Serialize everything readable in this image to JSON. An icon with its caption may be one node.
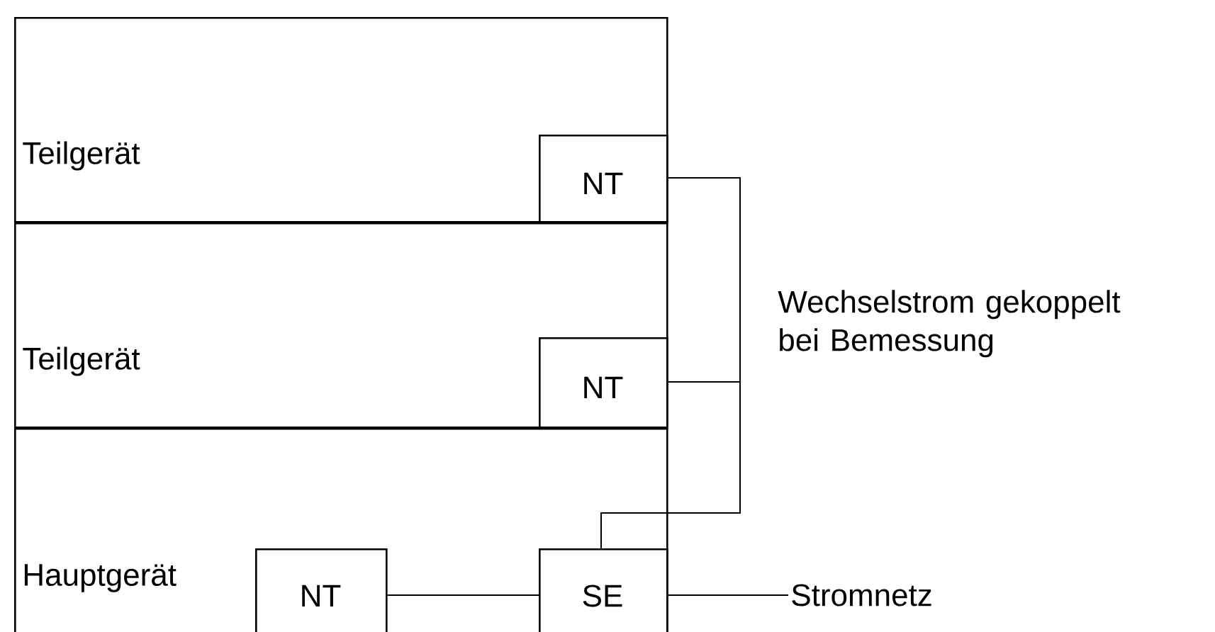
{
  "diagram": {
    "nodes": [
      {
        "text": [
          "Teilgerät"
        ]
      },
      {
        "text": [
          "NT"
        ],
        "in": 0
      },
      {
        "text": [
          "Teilgerät"
        ]
      },
      {
        "text": [
          "NT"
        ],
        "in": 2
      },
      {
        "text": [
          "Hauptgerät"
        ]
      },
      {
        "text": [
          "NT"
        ],
        "in": 4
      },
      {
        "text": [
          "SE"
        ],
        "in": 4
      },
      {
        "text": [
          "Stromnetz"
        ]
      }
    ],
    "edges": [
      {
        "from": 1,
        "to": 6,
        "arrow": "none"
      },
      {
        "from": 3,
        "to": 6,
        "arrow": "none"
      },
      {
        "from": 5,
        "to": 6,
        "arrow": "none"
      },
      {
        "from": 6,
        "to": 7,
        "arrow": "none"
      }
    ],
    "labels": [
      "Wechselstrom gekoppelt bei Bemessung"
    ]
  }
}
